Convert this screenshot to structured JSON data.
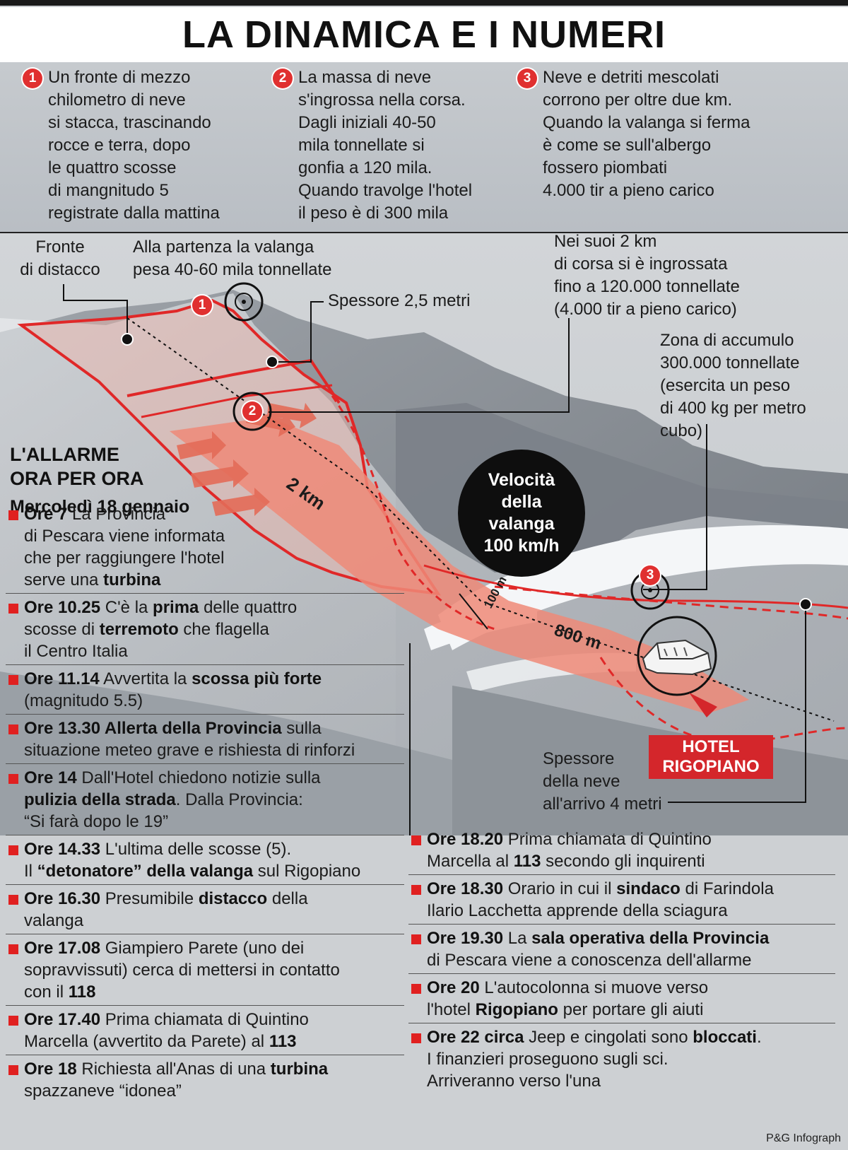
{
  "title": "LA DINAMICA E I NUMERI",
  "intro": [
    {
      "num": "1",
      "lines": [
        "Un fronte di mezzo",
        "chilometro di neve",
        "si stacca, trascinando",
        "rocce e terra, dopo",
        "le quattro scosse",
        "di mangnitudo 5",
        "registrate dalla mattina"
      ]
    },
    {
      "num": "2",
      "lines": [
        "La massa di neve",
        "s'ingrossa nella corsa.",
        "Dagli iniziali 40-50",
        "mila tonnellate si",
        "gonfia a 120 mila.",
        "Quando travolge l'hotel",
        "il peso è di 300 mila"
      ]
    },
    {
      "num": "3",
      "lines": [
        "Neve e detriti mescolati",
        "corrono per oltre due km.",
        "Quando la valanga si ferma",
        "è come se sull'albergo",
        "fossero piombati",
        "4.000 tir a pieno carico"
      ]
    }
  ],
  "diagram": {
    "fronte": [
      "Fronte",
      "di distacco"
    ],
    "partenza": [
      "Alla partenza la valanga",
      "pesa 40-60 mila tonnellate"
    ],
    "spessore_start": "Spessore 2,5 metri",
    "corsa": [
      "Nei suoi 2 km",
      "di corsa si è ingrossata",
      "fino a 120.000 tonnellate",
      "(4.000 tir a pieno carico)"
    ],
    "accumulo": [
      "Zona di accumulo",
      "300.000 tonnellate",
      "(esercita un peso",
      "di 400 kg per metro",
      "cubo)"
    ],
    "speed": [
      "Velocità",
      "della",
      "valanga",
      "100 km/h"
    ],
    "dist_2km": "2 km",
    "dist_100m": "100 m",
    "dist_800m": "800 m",
    "hotel": [
      "HOTEL",
      "RIGOPIANO"
    ],
    "spessore_end": [
      "Spessore",
      "della neve",
      "all'arrivo 4 metri"
    ],
    "markers": [
      "1",
      "2",
      "3"
    ]
  },
  "alarm": {
    "heading": [
      "L'ALLARME",
      "ORA PER ORA"
    ],
    "date": "Mercoledì 18 gennaio"
  },
  "timeline_left": [
    {
      "lines": [
        [
          [
            "b",
            "Ore 7"
          ],
          [
            "n",
            " La Provincia"
          ]
        ],
        [
          [
            "n",
            "di Pescara viene informata"
          ]
        ],
        [
          [
            "n",
            "che per raggiungere l'hotel"
          ]
        ],
        [
          [
            "n",
            "serve una "
          ],
          [
            "b",
            "turbina"
          ]
        ]
      ]
    },
    {
      "lines": [
        [
          [
            "b",
            "Ore 10.25"
          ],
          [
            "n",
            " C'è la "
          ],
          [
            "b",
            "prima"
          ],
          [
            "n",
            " delle quattro"
          ]
        ],
        [
          [
            "n",
            "scosse di "
          ],
          [
            "b",
            "terremoto"
          ],
          [
            "n",
            " che flagella"
          ]
        ],
        [
          [
            "n",
            "il Centro Italia"
          ]
        ]
      ]
    },
    {
      "lines": [
        [
          [
            "b",
            "Ore 11.14"
          ],
          [
            "n",
            " Avvertita la "
          ],
          [
            "b",
            "scossa più forte"
          ]
        ],
        [
          [
            "n",
            "(magnitudo 5.5)"
          ]
        ]
      ]
    },
    {
      "lines": [
        [
          [
            "b",
            "Ore 13.30 Allerta della Provincia"
          ],
          [
            "n",
            " sulla"
          ]
        ],
        [
          [
            "n",
            "situazione meteo grave e rishiesta di rinforzi"
          ]
        ]
      ]
    },
    {
      "lines": [
        [
          [
            "b",
            "Ore 14"
          ],
          [
            "n",
            " Dall'Hotel chiedono notizie sulla"
          ]
        ],
        [
          [
            "b",
            "pulizia della strada"
          ],
          [
            "n",
            ". Dalla Provincia:"
          ]
        ],
        [
          [
            "n",
            "“Si farà dopo le 19”"
          ]
        ]
      ]
    },
    {
      "lines": [
        [
          [
            "b",
            "Ore 14.33"
          ],
          [
            "n",
            " L'ultima delle scosse (5)."
          ]
        ],
        [
          [
            "n",
            "Il "
          ],
          [
            "b",
            "“detonatore” della valanga"
          ],
          [
            "n",
            " sul Rigopiano"
          ]
        ]
      ]
    },
    {
      "lines": [
        [
          [
            "b",
            "Ore 16.30"
          ],
          [
            "n",
            " Presumibile "
          ],
          [
            "b",
            "distacco"
          ],
          [
            "n",
            " della"
          ]
        ],
        [
          [
            "n",
            "valanga"
          ]
        ]
      ]
    },
    {
      "lines": [
        [
          [
            "b",
            "Ore 17.08"
          ],
          [
            "n",
            " Giampiero Parete (uno dei"
          ]
        ],
        [
          [
            "n",
            "sopravvissuti) cerca di mettersi in contatto"
          ]
        ],
        [
          [
            "n",
            "con il "
          ],
          [
            "b",
            "118"
          ]
        ]
      ]
    },
    {
      "lines": [
        [
          [
            "b",
            "Ore 17.40"
          ],
          [
            "n",
            " Prima chiamata di Quintino"
          ]
        ],
        [
          [
            "n",
            "Marcella (avvertito da Parete) al "
          ],
          [
            "b",
            "113"
          ]
        ]
      ]
    },
    {
      "lines": [
        [
          [
            "b",
            "Ore 18"
          ],
          [
            "n",
            " Richiesta all'Anas di una "
          ],
          [
            "b",
            "turbina"
          ]
        ],
        [
          [
            "n",
            "spazzaneve “idonea”"
          ]
        ]
      ]
    }
  ],
  "timeline_right": [
    {
      "lines": [
        [
          [
            "b",
            "Ore 18.20"
          ],
          [
            "n",
            " Prima chiamata di Quintino"
          ]
        ],
        [
          [
            "n",
            "Marcella al "
          ],
          [
            "b",
            "113"
          ],
          [
            "n",
            " secondo gli inquirenti"
          ]
        ]
      ]
    },
    {
      "lines": [
        [
          [
            "b",
            "Ore 18.30"
          ],
          [
            "n",
            " Orario in cui il "
          ],
          [
            "b",
            "sindaco"
          ],
          [
            "n",
            " di Farindola"
          ]
        ],
        [
          [
            "n",
            "Ilario Lacchetta apprende della sciagura"
          ]
        ]
      ]
    },
    {
      "lines": [
        [
          [
            "b",
            "Ore 19.30"
          ],
          [
            "n",
            " La "
          ],
          [
            "b",
            "sala operativa della Provincia"
          ]
        ],
        [
          [
            "n",
            "di Pescara viene a conoscenza dell'allarme"
          ]
        ]
      ]
    },
    {
      "lines": [
        [
          [
            "b",
            "Ore 20"
          ],
          [
            "n",
            " L'autocolonna si muove verso"
          ]
        ],
        [
          [
            "n",
            "l'hotel "
          ],
          [
            "b",
            "Rigopiano"
          ],
          [
            "n",
            " per portare gli aiuti"
          ]
        ]
      ]
    },
    {
      "lines": [
        [
          [
            "b",
            "Ore 22 circa"
          ],
          [
            "n",
            " Jeep e cingolati sono "
          ],
          [
            "b",
            "bloccati"
          ],
          [
            "n",
            "."
          ]
        ],
        [
          [
            "n",
            "I finanzieri proseguono sugli sci."
          ]
        ],
        [
          [
            "n",
            "Arriveranno verso l'una"
          ]
        ]
      ]
    }
  ],
  "credit": "P&G Infograph",
  "colors": {
    "accent": "#d4262b",
    "flow": "#ee8a78",
    "mountain": "#8c9197",
    "snow": "#e9ecef"
  }
}
